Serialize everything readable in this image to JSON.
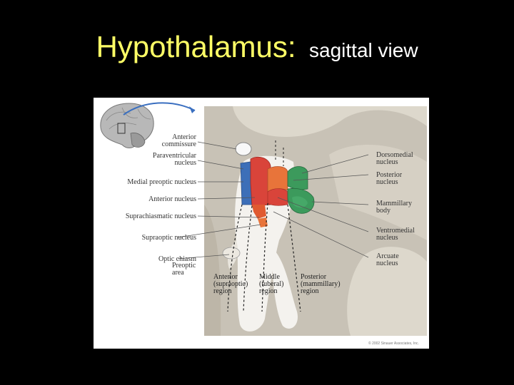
{
  "slide": {
    "title": "Hypothalamus:",
    "subtitle": "sagittal view"
  },
  "figure": {
    "left_labels": [
      [
        "Anterior",
        "commissure"
      ],
      [
        "Paraventricular",
        "nucleus"
      ],
      [
        "Medial preoptic nucleus"
      ],
      [
        "Anterior nucleus"
      ],
      [
        "Suprachiasmatic nucleus"
      ],
      [
        "Supraoptic nucleus"
      ],
      [
        "Optic chiasm"
      ]
    ],
    "right_labels": [
      [
        "Dorsomedial",
        "nucleus"
      ],
      [
        "Posterior",
        "nucleus"
      ],
      [
        "Mammillary",
        "body"
      ],
      [
        "Ventromedial",
        "nucleus"
      ],
      [
        "Arcuate",
        "nucleus"
      ]
    ],
    "bottom_labels": {
      "preoptic": [
        "Preoptic",
        "area"
      ],
      "anterior": [
        "Anterior",
        "(supraoptic)",
        "region"
      ],
      "middle": [
        "Middle",
        "(tuberal)",
        "region"
      ],
      "posterior": [
        "Posterior",
        "(mammillary)",
        "region"
      ]
    },
    "copyright": "© 2002 Sinauer Associates, Inc.",
    "colors": {
      "tissue": "#c8c2b6",
      "tissue_light": "#ddd8cc",
      "ventricle": "#f4f2ee",
      "blue_nucleus": "#3d6fb8",
      "red_nucleus": "#d9443a",
      "orange_nucleus": "#e8743a",
      "green_nucleus": "#3c9a5c",
      "arrow": "#3a6fc0"
    }
  }
}
